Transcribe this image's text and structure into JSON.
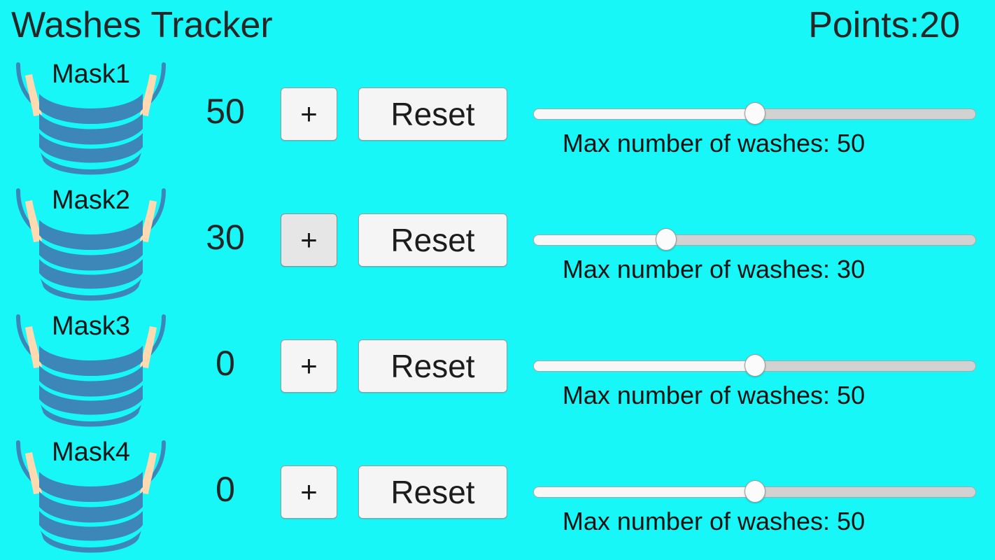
{
  "header": {
    "title": "Washes Tracker",
    "points_label": "Points:20",
    "points_prefix": "Points:",
    "points_value": 20
  },
  "colors": {
    "background": "#17F7F7",
    "text": "#262626",
    "mask_body": "#3C87B8",
    "mask_outline": "#3C87B8",
    "mask_ear": "#FFD9B0",
    "button_face": "#F5F5F5",
    "button_face_hover": "#E6E6E6",
    "button_border": "#9A9A9A",
    "slider_track": "#D2D2D2",
    "slider_fill": "#F7F7F7",
    "slider_thumb": "#FBFBFB"
  },
  "slider": {
    "min": 0,
    "max": 100,
    "caption_prefix": "Max number of washes: "
  },
  "buttons": {
    "plus_label": "+",
    "reset_label": "Reset"
  },
  "rows": [
    {
      "mask_label": "Mask1",
      "count": "50",
      "plus_label": "+",
      "reset_label": "Reset",
      "max_washes": 50,
      "slider_percent": 50,
      "caption": "Max number of washes: 50",
      "plus_hovered": false
    },
    {
      "mask_label": "Mask2",
      "count": "30",
      "plus_label": "+",
      "reset_label": "Reset",
      "max_washes": 30,
      "slider_percent": 30,
      "caption": "Max number of washes: 30",
      "plus_hovered": true
    },
    {
      "mask_label": "Mask3",
      "count": "0",
      "plus_label": "+",
      "reset_label": "Reset",
      "max_washes": 50,
      "slider_percent": 50,
      "caption": "Max number of washes: 50",
      "plus_hovered": false
    },
    {
      "mask_label": "Mask4",
      "count": "0",
      "plus_label": "+",
      "reset_label": "Reset",
      "max_washes": 50,
      "slider_percent": 50,
      "caption": "Max number of washes: 50",
      "plus_hovered": false
    }
  ]
}
